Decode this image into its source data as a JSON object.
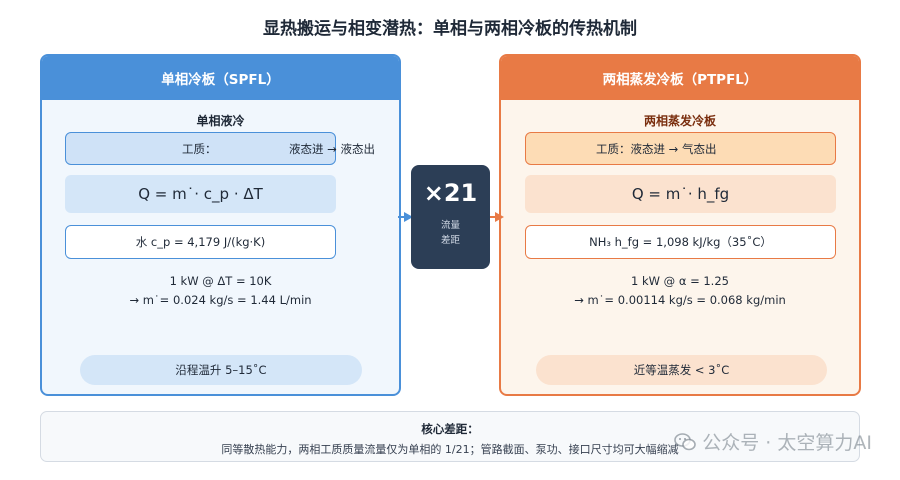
{
  "title": "显热搬运与相变潜热：单相与两相冷板的传热机制",
  "left": {
    "header": "单相冷板（SPFL）",
    "subtitle": "单相液冷",
    "medium_label": "工质：",
    "medium_value": "液态进 → 液态出",
    "formula": "Q = m˙· c_p · ΔT",
    "property": "水 c_p = 4,179 J/(kg·K)",
    "note_line1": "1 kW @ ΔT = 10K",
    "note_line2": "→ m˙= 0.024 kg/s = 1.44 L/min",
    "pill": "沿程温升 5–15˚C"
  },
  "right": {
    "header": "两相蒸发冷板（PTPFL）",
    "subtitle": "两相蒸发冷板",
    "medium": "工质：液态进 → 气态出",
    "formula": "Q = m˙· h_fg",
    "property": "NH₃ h_fg = 1,098 kJ/kg（35˚C）",
    "note_line1": "1 kW @ α = 1.25",
    "note_line2": "→ m˙= 0.00114 kg/s = 0.068 kg/min",
    "pill": "近等温蒸发 < 3˚C"
  },
  "center": {
    "ratio": "×21",
    "label_line1": "流量",
    "label_line2": "差距"
  },
  "bottom": {
    "heading": "核心差距：",
    "text": "同等散热能力，两相工质质量流量仅为单相的 1/21；管路截面、泵功、接口尺寸均可大幅缩减"
  },
  "watermark": "公众号 · 太空算力AI",
  "colors": {
    "left_accent": "#4a90d9",
    "right_accent": "#e87a45",
    "center_badge": "#2c3e56"
  }
}
